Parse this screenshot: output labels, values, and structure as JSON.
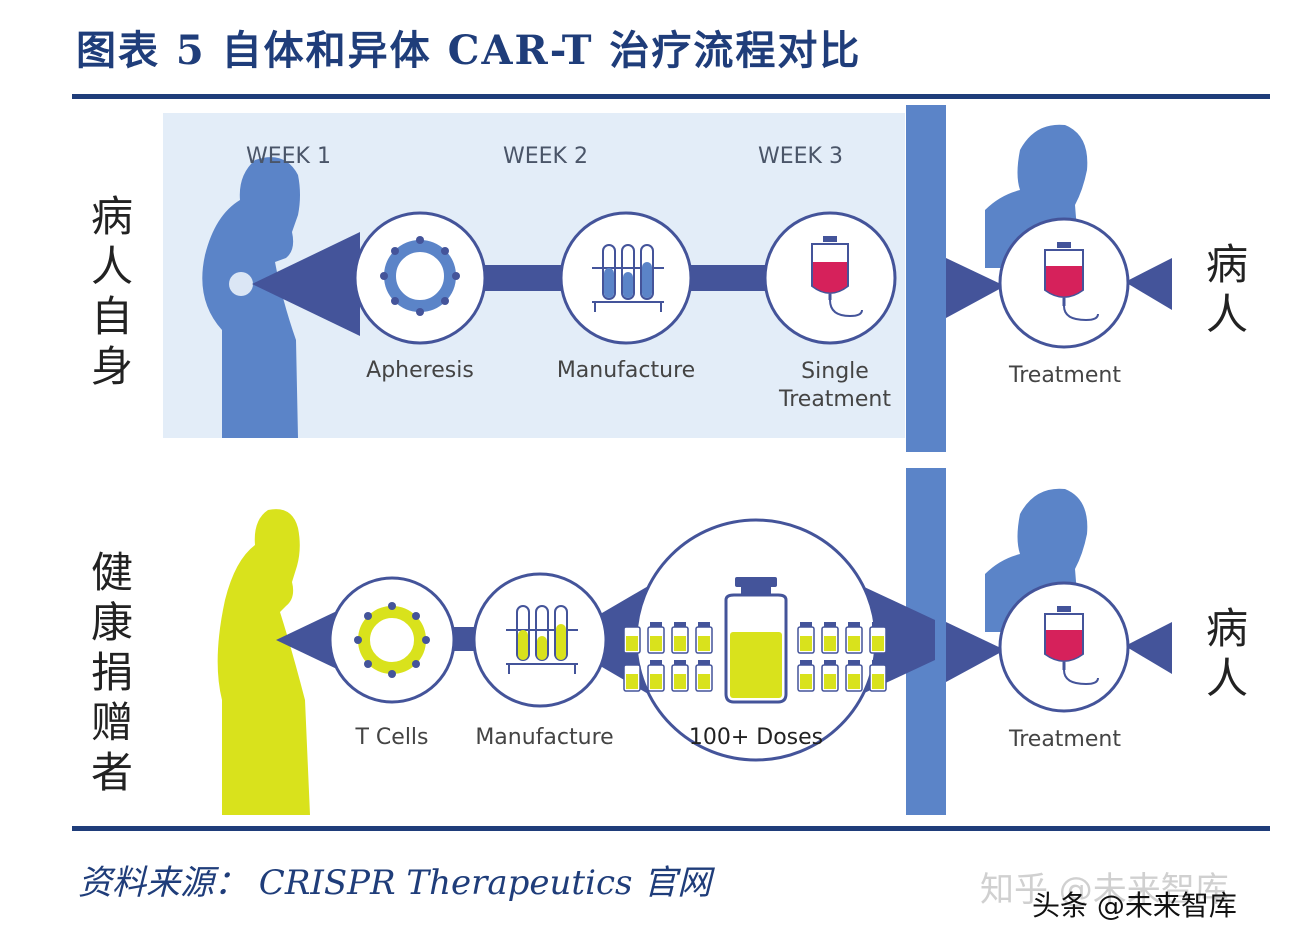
{
  "header": {
    "title": "图表 5 自体和异体 CAR-T 治疗流程对比"
  },
  "rows": {
    "autologous": {
      "side_label": "病人自身",
      "weeks": [
        "WEEK 1",
        "WEEK 2",
        "WEEK 3"
      ],
      "steps": [
        "Apheresis",
        "Manufacture",
        "Single\nTreatment"
      ],
      "right_step": "Treatment",
      "right_label": "病人"
    },
    "allogeneic": {
      "side_label": "健康捐赠者",
      "steps": [
        "T Cells",
        "Manufacture",
        "100+ Doses"
      ],
      "right_step": "Treatment",
      "right_label": "病人"
    }
  },
  "footer": {
    "source": "资料来源： CRISPR Therapeutics 官网",
    "watermark_faint": "知乎 @未来智库",
    "watermark": "头条 @未来智库"
  },
  "colors": {
    "navy": "#1f3d7a",
    "panel_bg": "#e3edf8",
    "divider": "#5b84c8",
    "patient_blue": "#5b84c8",
    "donor_yellow": "#d9e21c",
    "blood_red": "#d6215b",
    "connector": "#44549a"
  }
}
